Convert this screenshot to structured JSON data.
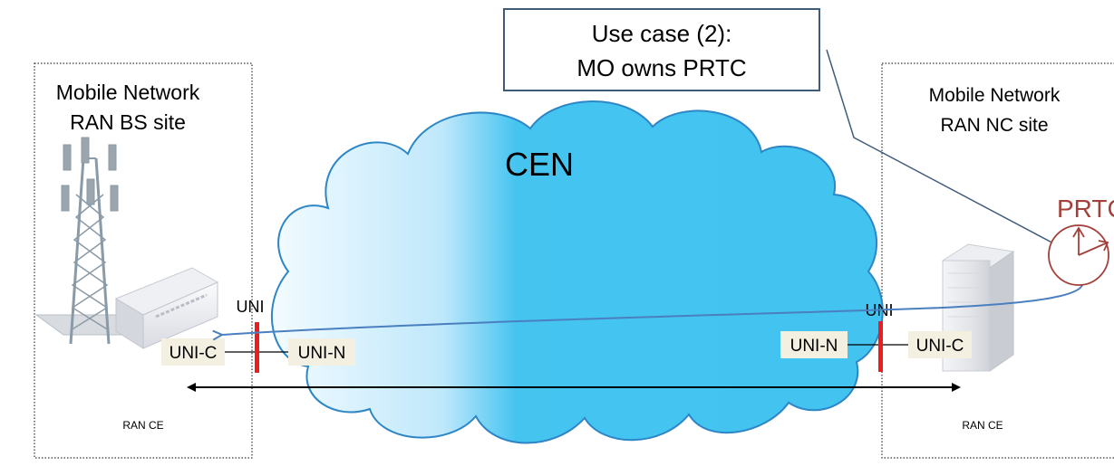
{
  "callout": {
    "line1": "Use case (2):",
    "line2": "MO owns PRTC"
  },
  "left_site": {
    "title_line1": "Mobile Network",
    "title_line2": "RAN BS site",
    "ce_label": "RAN CE"
  },
  "right_site": {
    "title_line1": "Mobile Network",
    "title_line2": "RAN NC site",
    "ce_label": "RAN CE"
  },
  "cloud": {
    "label": "CEN"
  },
  "prtc": {
    "label": "PRTC"
  },
  "interfaces": {
    "left_uni": "UNI",
    "right_uni": "UNI",
    "left_uni_c": "UNI-C",
    "left_uni_n": "UNI-N",
    "right_uni_n": "UNI-N",
    "right_uni_c": "UNI-C"
  },
  "colors": {
    "cloud_light": "#f3fbff",
    "cloud_blue": "#45c4f0",
    "cloud_outline": "#2d86c5",
    "callout_border": "#3e5c7a",
    "uni_bar": "#ee1c1c",
    "prtc": "#a4403b",
    "timing_line": "#4a7fc0",
    "label_bg": "#f3f0e2"
  }
}
